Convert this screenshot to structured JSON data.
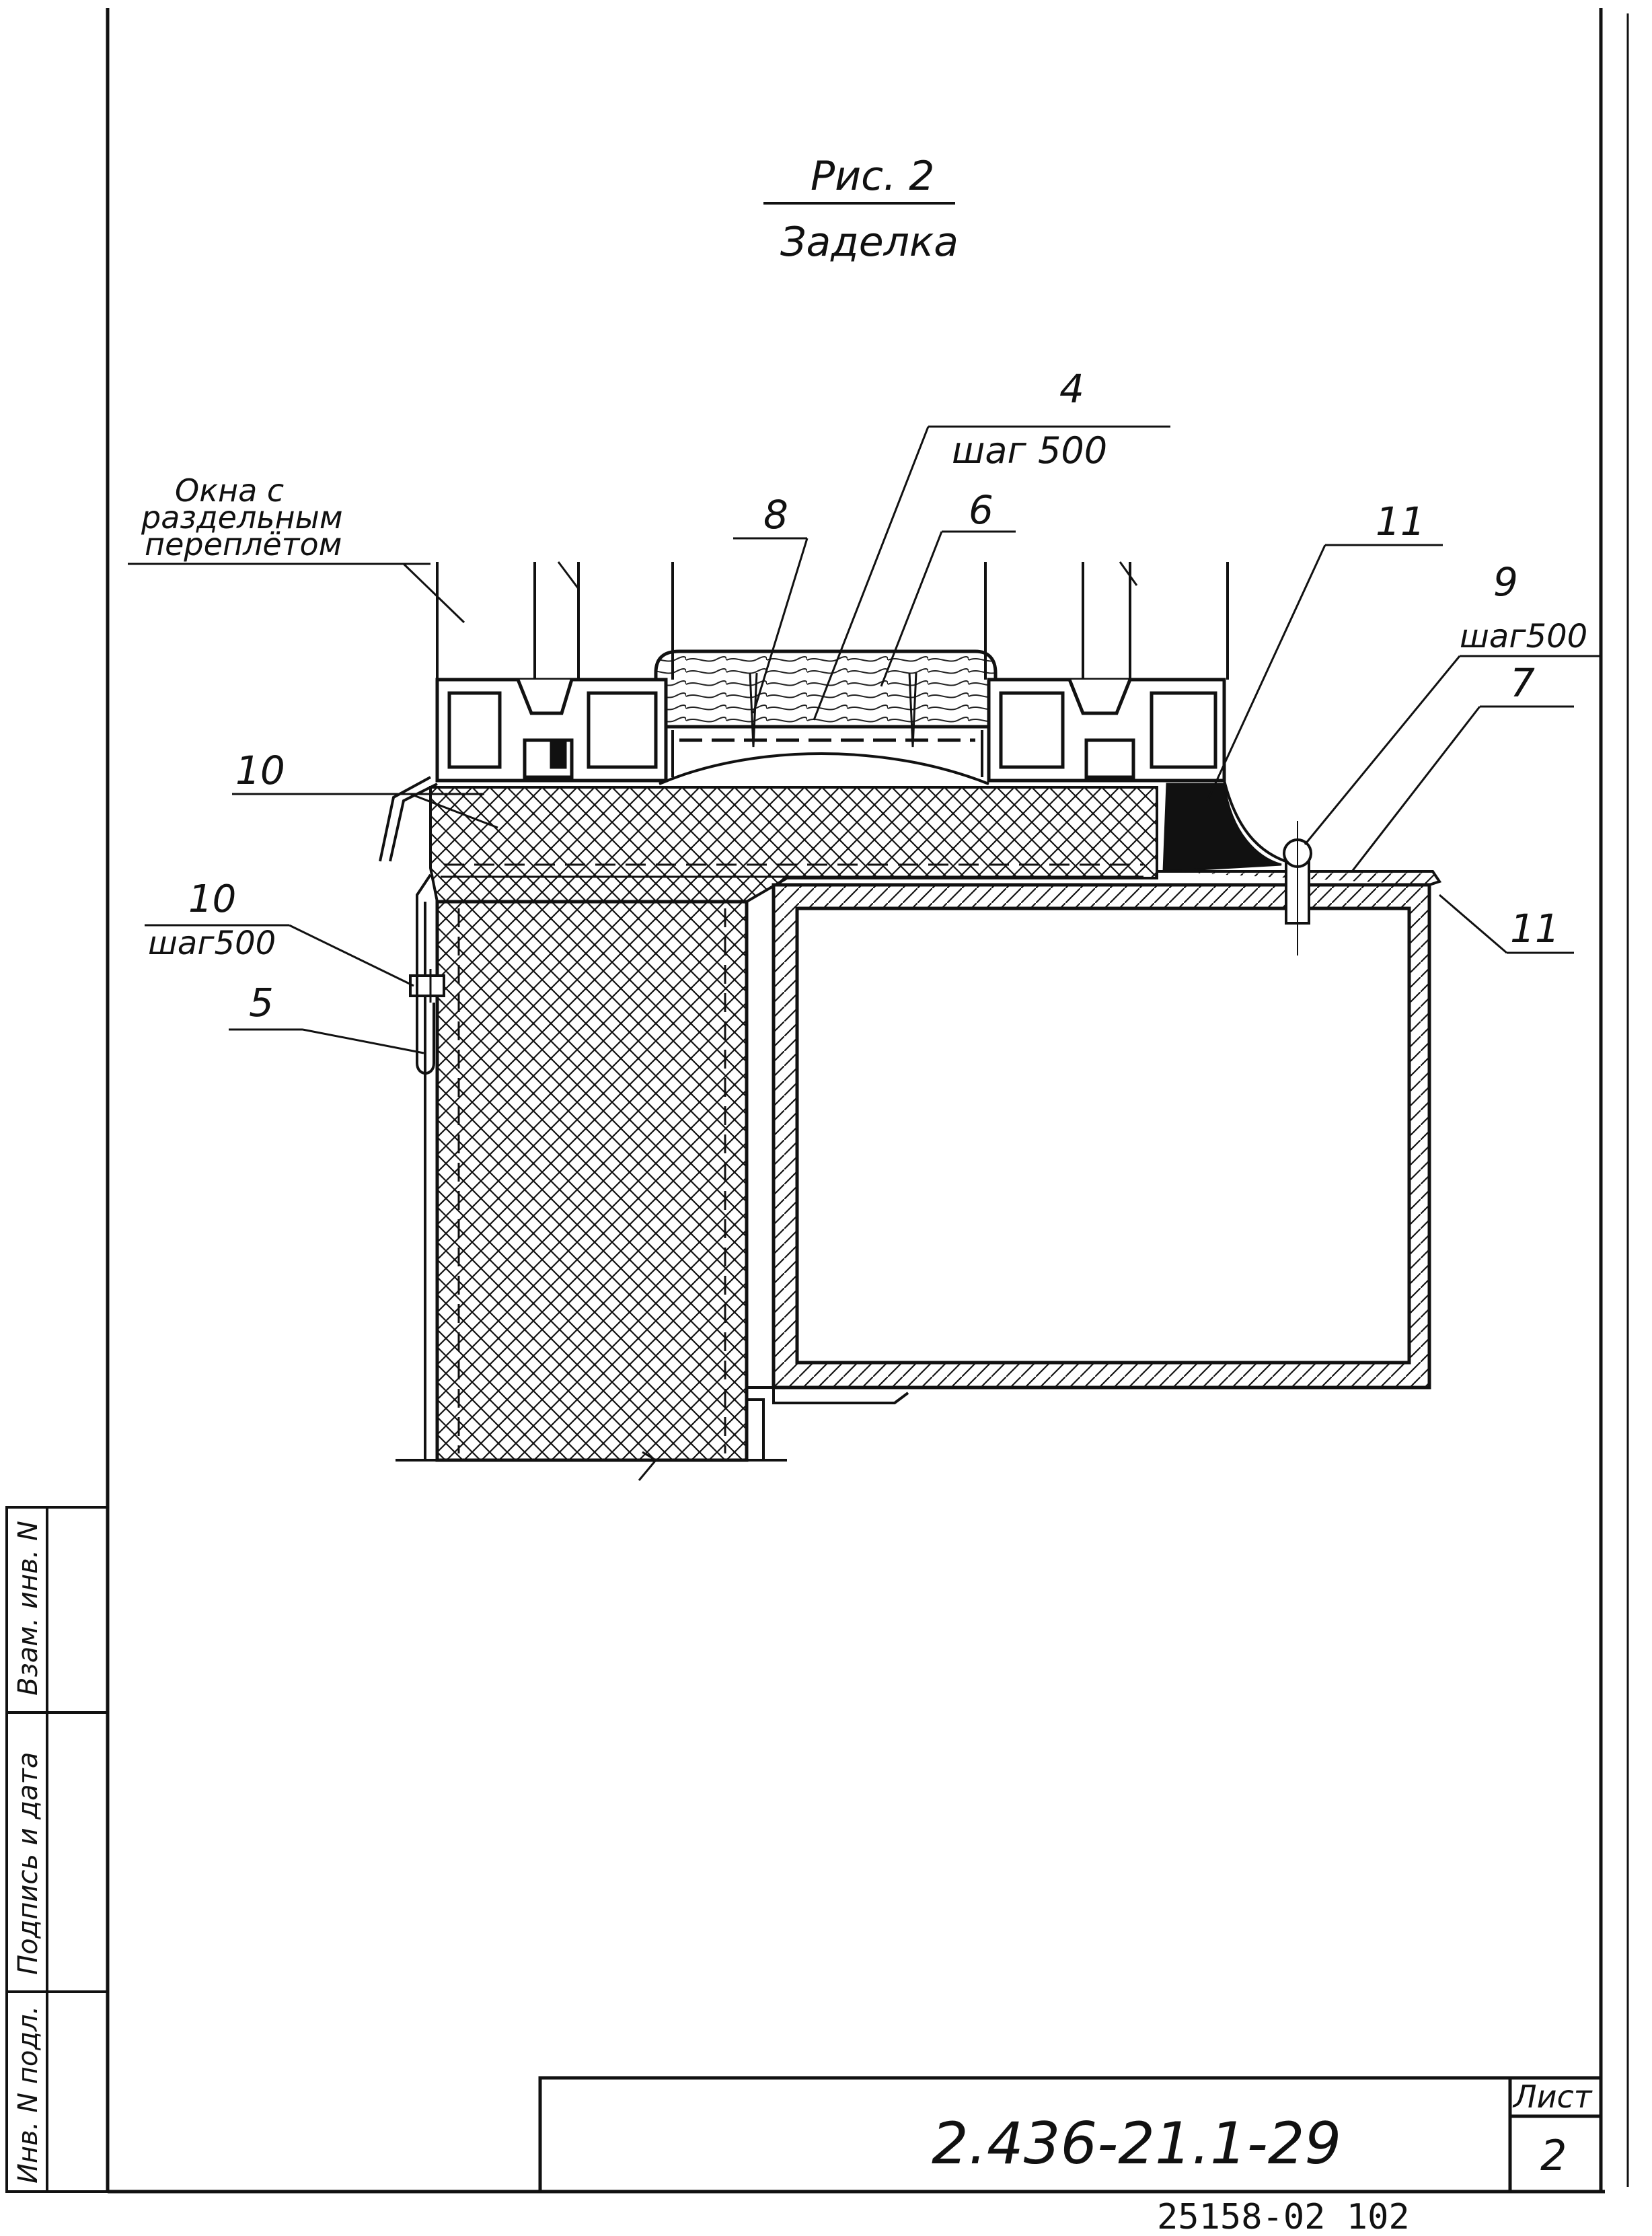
{
  "figure": {
    "title": "Рис. 2",
    "subtitle": "Заделка"
  },
  "callouts": {
    "windows_line1": "Окна с",
    "windows_line2": "раздельным",
    "windows_line3": "переплётом",
    "c4_num": "4",
    "c4_step": "шаг 500",
    "c8": "8",
    "c6": "6",
    "c11_top": "11",
    "c9_num": "9",
    "c9_step": "шаг500",
    "c7": "7",
    "c10_top": "10",
    "c10_num": "10",
    "c10_step": "шаг500",
    "c5": "5",
    "c11_right": "11"
  },
  "side_stamp": {
    "inv_no": "Инв. N подл.",
    "sign_date": "Подпись и дата",
    "replace_inv": "Взам. инв. N"
  },
  "title_block": {
    "doc_code": "2.436-21.1-29",
    "sheet_label": "Лист",
    "sheet_no": "2"
  },
  "archive_no": "25158-02  102"
}
